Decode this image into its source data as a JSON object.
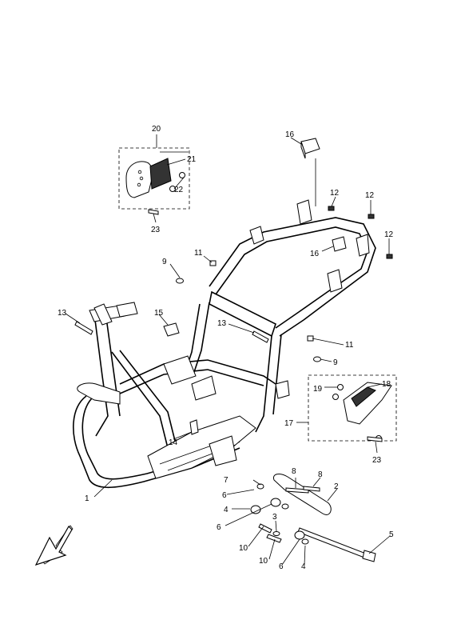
{
  "callouts": {
    "c1": "1",
    "c2": "2",
    "c3": "3",
    "c4a": "4",
    "c4b": "4",
    "c5": "5",
    "c6a": "6",
    "c6b": "6",
    "c6c": "6",
    "c7": "7",
    "c8a": "8",
    "c8b": "8",
    "c9a": "9",
    "c9b": "9",
    "c10a": "10",
    "c10b": "10",
    "c11a": "11",
    "c11b": "11",
    "c12a": "12",
    "c12b": "12",
    "c12c": "12",
    "c13a": "13",
    "c13b": "13",
    "c14": "14",
    "c15": "15",
    "c16a": "16",
    "c16b": "16",
    "c17": "17",
    "c18": "18",
    "c19": "19",
    "c20": "20",
    "c21": "21",
    "c22": "22",
    "c23a": "23",
    "c23b": "23"
  },
  "icons": {
    "direction_arrow": "front-direction-arrow-icon"
  }
}
